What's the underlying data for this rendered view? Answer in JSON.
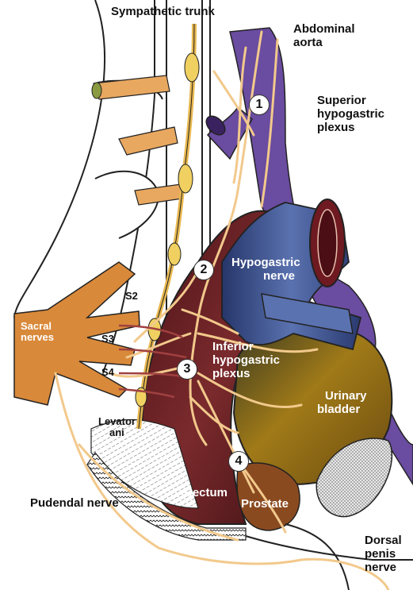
{
  "labels": {
    "sympathetic_trunk": "Sympathetic trunk",
    "abdominal_aorta": [
      "Abdominal",
      "aorta"
    ],
    "superior_hypogastric_plexus": [
      "Superior",
      "hypogastric",
      "plexus"
    ],
    "hypogastric_nerve": [
      "Hypogastric",
      "nerve"
    ],
    "inferior_hypogastric_plexus": [
      "Inferior",
      "hypogastric",
      "plexus"
    ],
    "urinary_bladder": [
      "Urinary",
      "bladder"
    ],
    "sacral_nerves": [
      "Sacral",
      "nerves"
    ],
    "s2": "S2",
    "s3": "S3",
    "s4": "S4",
    "levator_ani": [
      "Levator",
      "ani"
    ],
    "pudendal_nerve": "Pudendal nerve",
    "rectum": "Rectum",
    "prostate": "Prostate",
    "dorsal_penis_nerve": [
      "Dorsal",
      "penis",
      "nerve"
    ]
  },
  "markers": [
    "1",
    "2",
    "3",
    "4"
  ],
  "colors": {
    "nerve": "#f2c98c",
    "ganglia": "#f0d060",
    "aorta": "#6a4ca0",
    "rectum": "#6e1e26",
    "bladder": "#8a6a1a",
    "sacral": "#d9893a",
    "vessel": "#3f5590"
  }
}
